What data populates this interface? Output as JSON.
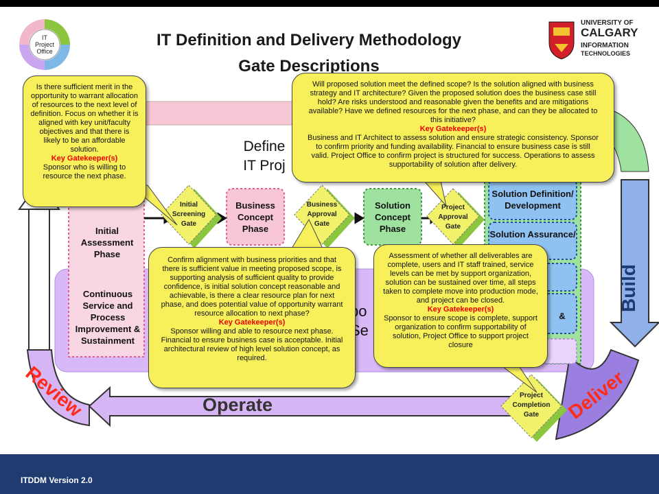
{
  "title": {
    "line1": "IT Definition and Delivery Methodology",
    "line2": "Gate Descriptions"
  },
  "logo_left": {
    "line1": "IT",
    "line2": "Project",
    "line3": "Office"
  },
  "logo_right": {
    "line1": "UNIVERSITY OF",
    "line2": "CALGARY",
    "line3": "INFORMATION",
    "line4": "TECHNOLOGIES"
  },
  "footer": {
    "version": "ITDDM Version 2.0"
  },
  "arrows": {
    "build": "Build",
    "deliver": "Deliver",
    "review": "Review",
    "operate": "Operate"
  },
  "define_label": {
    "line1": "Define",
    "line2": "IT Proj"
  },
  "support_label": {
    "line1": "po",
    "line2": "Se"
  },
  "phases": {
    "initial_assessment": "Initial Assessment Phase",
    "continuous_service": "Continuous Service and Process Improvement & Sustainment",
    "business_concept": "Business Concept Phase",
    "solution_concept": "Solution Concept Phase",
    "solution_definition": "Solution Definition/ Development",
    "solution_assurance": "Solution Assurance/",
    "ampersand": "&"
  },
  "gates": {
    "initial_screening": "Initial Screening Gate",
    "business_approval": "Business Approval Gate",
    "project_approval": "Project Approval Gate",
    "project_completion": "Project Completion Gate"
  },
  "callouts": {
    "screening": {
      "body": "Is there sufficient merit in the opportunity to warrant allocation of resources to the next level of definition. Focus on whether it is aligned with key unit/faculty objectives and that there is likely to be an affordable solution.",
      "key": "Key Gatekeeper(s)",
      "keeper": "Sponsor who is willing to resource the next phase."
    },
    "project_approval": {
      "body": "Will proposed solution meet the defined scope? Is the solution aligned with business strategy and IT architecture? Given the proposed solution does the business case still hold? Are risks understood and reasonable given the benefits and are mitigations available? Have we defined resources for the next phase, and can they be allocated to this initiative?",
      "key": "Key Gatekeeper(s)",
      "keeper": "Business and IT Architect to assess solution and ensure strategic consistency. Sponsor to confirm priority and funding availability. Financial to ensure business case is still valid. Project Office to confirm project is structured for success. Operations to assess supportability of solution after delivery."
    },
    "business_approval": {
      "body": "Confirm alignment with business priorities and that there is sufficient value in meeting proposed scope, is supporting analysis of sufficient quality to provide confidence, is initial solution concept reasonable and achievable, is there a clear resource plan for next phase, and does potential value of opportunity warrant resource allocation to next phase?",
      "key": "Key Gatekeeper(s)",
      "keeper": "Sponsor willing and able to resource next phase. Financial to ensure business case is acceptable. Initial architectural review of high level solution concept, as required."
    },
    "completion": {
      "body": "Assessment of whether all deliverables are complete, users and IT staff trained, service levels can be met by support organization, solution can be sustained over time, all steps taken to complete move into production mode, and project can be closed.",
      "key": "Key Gatekeeper(s)",
      "keeper": "Sponsor to ensure scope is complete, support organization to confirm supportability of solution, Project Office to support project closure"
    }
  },
  "colors": {
    "footer": "#1f3b70",
    "callout": "#f7f05a",
    "key_text": "#e00000",
    "build_arrow": "#8fb0e8",
    "deliver_arrow": "#9a7fe0",
    "review_text": "#ff2b1a",
    "operate_arrow": "#d6b5f5",
    "gate": "#f2f26a",
    "gate_shadow": "#8cc63f",
    "pink_phase": "#f7c7d6",
    "green_phase": "#9fe29f",
    "blue_phase": "#8fc2f0"
  }
}
